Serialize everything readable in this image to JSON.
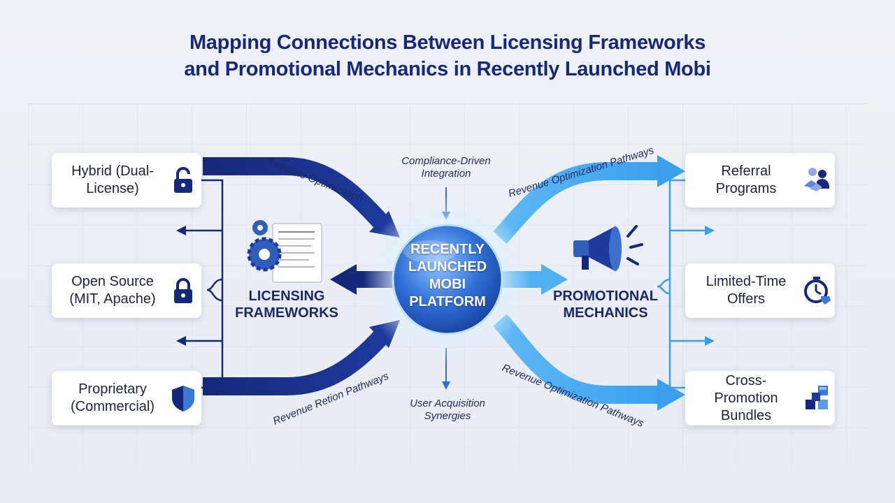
{
  "title": {
    "line1": "Mapping Connections Between Licensing Frameworks",
    "line2": "and Promotional Mechanics in Recently Launched Mobi"
  },
  "center": {
    "label": "Recently Launched Mobi Platform",
    "color": "#2f6fd6"
  },
  "licensing": {
    "hub_label": "Licensing Frameworks",
    "hub_icon": "gears-document-icon",
    "color": "#16287a",
    "items": [
      {
        "label": "Hybrid (Dual-License)",
        "icon": "open-lock-icon"
      },
      {
        "label": "Open Source (MIT, Apache)",
        "icon": "lock-icon"
      },
      {
        "label": "Proprietary (Commercial)",
        "icon": "shield-icon"
      }
    ]
  },
  "promotional": {
    "hub_label": "Promotional Mechanics",
    "hub_icon": "megaphone-icon",
    "color": "#3aa0ee",
    "items": [
      {
        "label": "Referral Programs",
        "icon": "handshake-people-icon"
      },
      {
        "label": "Limited-Time Offers",
        "icon": "stopwatch-tag-icon"
      },
      {
        "label": "Cross-Promotion Bundles",
        "icon": "cubes-icon"
      }
    ]
  },
  "annotations": {
    "top_left": "Revenue Optimization",
    "top_center": "Compliance-Driven Integration",
    "top_right": "Revenue Optimization Pathways",
    "bottom_left": "Revenue Retion Pathways",
    "bottom_center": "User Acquisition Synergies",
    "bottom_right": "Revenue Optimization Pathways"
  }
}
